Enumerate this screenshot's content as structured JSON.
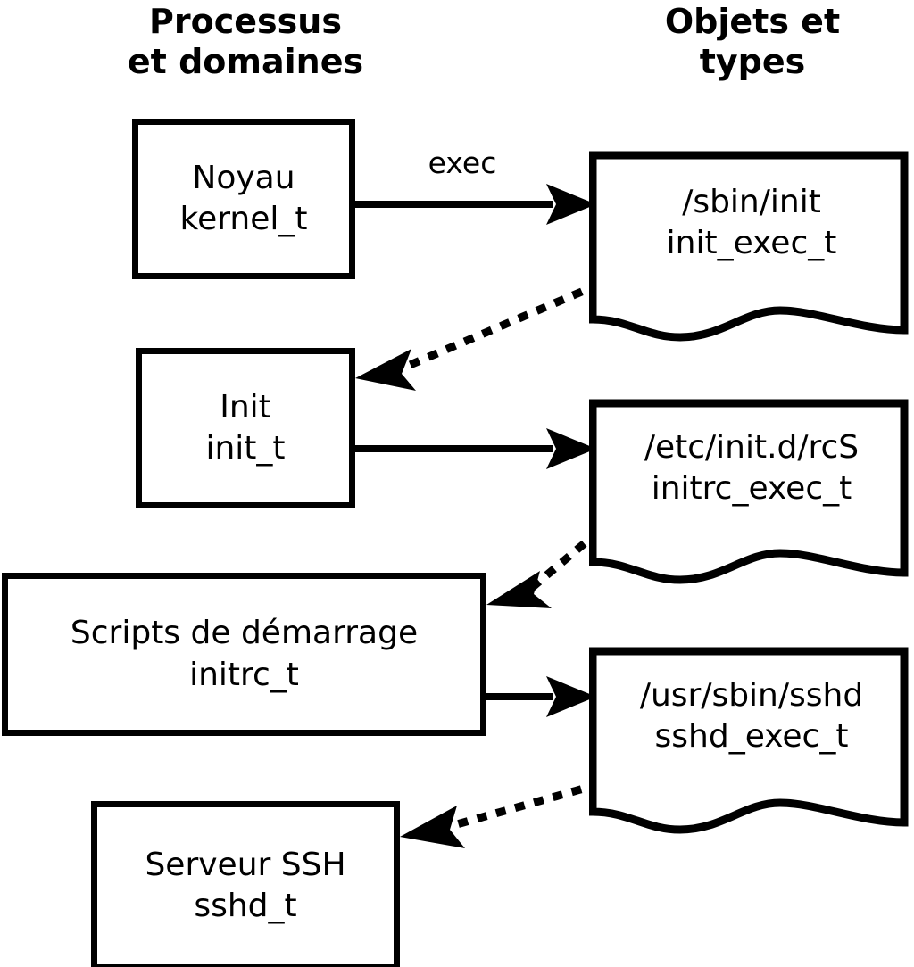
{
  "diagram": {
    "title_columns": {
      "left": "Processus\net domaines",
      "right": "Objets et\ntypes"
    },
    "colors": {
      "stroke": "#000000",
      "fill": "#ffffff",
      "text": "#000000"
    },
    "process_nodes": [
      {
        "id": "kernel",
        "label": "Noyau\nkernel_t"
      },
      {
        "id": "init",
        "label": "Init\ninit_t"
      },
      {
        "id": "initrc",
        "label": "Scripts de démarrage\ninitrc_t"
      },
      {
        "id": "sshd",
        "label": "Serveur SSH\nsshd_t"
      }
    ],
    "object_nodes": [
      {
        "id": "init_exec",
        "label": "/sbin/init\ninit_exec_t"
      },
      {
        "id": "initrc_exec",
        "label": "/etc/init.d/rcS\ninitrc_exec_t"
      },
      {
        "id": "sshd_exec",
        "label": "/usr/sbin/sshd\nsshd_exec_t"
      }
    ],
    "edges": [
      {
        "id": "e1",
        "from": "kernel",
        "to": "init_exec",
        "style": "solid",
        "label": "exec"
      },
      {
        "id": "e2",
        "from": "init_exec",
        "to": "init",
        "style": "dotted",
        "label": ""
      },
      {
        "id": "e3",
        "from": "init",
        "to": "initrc_exec",
        "style": "solid",
        "label": ""
      },
      {
        "id": "e4",
        "from": "initrc_exec",
        "to": "initrc",
        "style": "dotted",
        "label": ""
      },
      {
        "id": "e5",
        "from": "initrc",
        "to": "sshd_exec",
        "style": "solid",
        "label": ""
      },
      {
        "id": "e6",
        "from": "sshd_exec",
        "to": "sshd",
        "style": "dotted",
        "label": ""
      }
    ]
  }
}
